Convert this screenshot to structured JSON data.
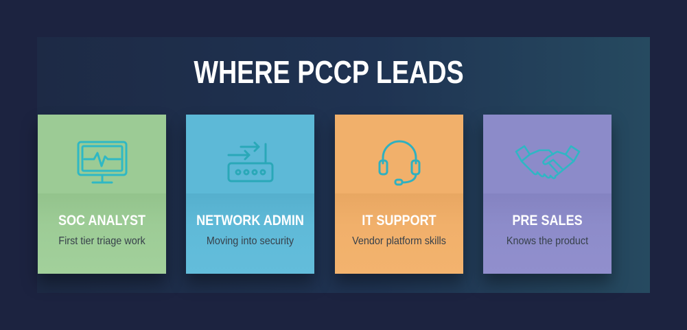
{
  "title": "WHERE PCCP LEADS",
  "colors": {
    "background": "#1c2340",
    "panel": "#1f3352",
    "icon_stroke": "#2fb8c4"
  },
  "cards": [
    {
      "role": "SOC ANALYST",
      "description": "First tier triage work",
      "icon": "monitor-pulse-icon",
      "color": "#9ccc96"
    },
    {
      "role": "NETWORK ADMIN",
      "description": "Moving into security",
      "icon": "router-icon",
      "color": "#5db8d6"
    },
    {
      "role": "IT SUPPORT",
      "description": "Vendor platform skills",
      "icon": "headset-icon",
      "color": "#f0b06a"
    },
    {
      "role": "PRE SALES",
      "description": "Knows the product",
      "icon": "handshake-icon",
      "color": "#8b8ac8"
    }
  ]
}
